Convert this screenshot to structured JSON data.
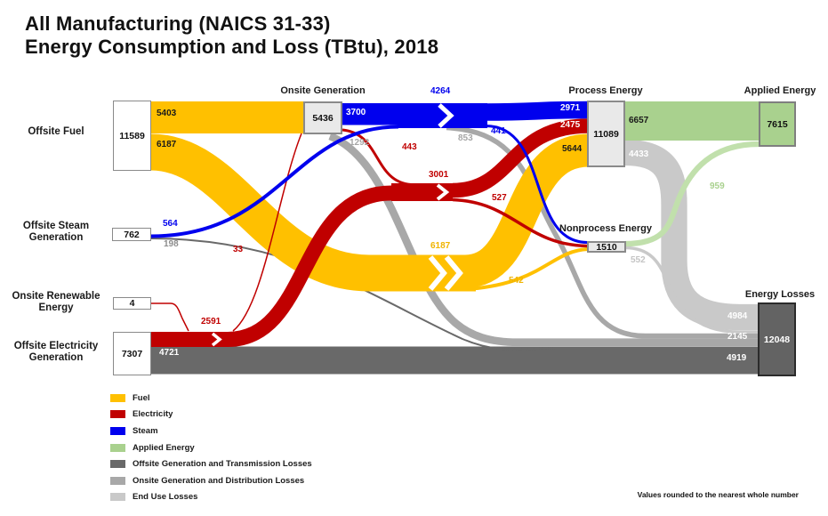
{
  "title": {
    "line1": "All Manufacturing (NAICS 31-33)",
    "line2": "Energy Consumption and Loss (TBtu), 2018"
  },
  "footnote": "Values rounded to the nearest whole number",
  "chart_data": {
    "type": "sankey",
    "units": "TBtu",
    "year": 2018,
    "nodes": [
      {
        "id": "offsite-fuel",
        "label": "Offsite Fuel",
        "value": 11589
      },
      {
        "id": "offsite-steam",
        "label": "Offsite Steam Generation",
        "value": 762
      },
      {
        "id": "onsite-renewable",
        "label": "Onsite Renewable Energy",
        "value": 4
      },
      {
        "id": "offsite-electricity",
        "label": "Offsite Electricity Generation",
        "value": 7307
      },
      {
        "id": "onsite-generation",
        "label": "Onsite Generation",
        "value": 5436
      },
      {
        "id": "process-energy",
        "label": "Process Energy",
        "value": 11089
      },
      {
        "id": "nonprocess-energy",
        "label": "Nonprocess Energy",
        "value": 1510
      },
      {
        "id": "applied-energy",
        "label": "Applied Energy",
        "value": 7615
      },
      {
        "id": "energy-losses",
        "label": "Energy Losses",
        "value": 12048
      }
    ],
    "links": [
      {
        "from": "Offsite Fuel",
        "to": "Onsite Generation",
        "value": 5403,
        "type": "fuel"
      },
      {
        "from": "Offsite Fuel",
        "to": "End Use",
        "value": 6187,
        "type": "fuel"
      },
      {
        "from": "Offsite Steam Generation",
        "to": "Steam",
        "value": 564,
        "type": "steam"
      },
      {
        "from": "Offsite Steam Generation",
        "to": "Energy Losses",
        "value": 198,
        "type": "offsite-losses"
      },
      {
        "from": "Onsite Renewable Energy",
        "to": "Electricity",
        "value": 4,
        "type": "electricity"
      },
      {
        "from": "Offsite Electricity Generation",
        "to": "Electricity",
        "value": 2591,
        "type": "electricity"
      },
      {
        "from": "Offsite Electricity Generation",
        "to": "Energy Losses",
        "value": 4721,
        "type": "offsite-losses"
      },
      {
        "from": "Electricity",
        "to": "Onsite Generation",
        "value": 33,
        "type": "electricity"
      },
      {
        "from": "Onsite Generation",
        "to": "Steam",
        "value": 3700,
        "type": "steam"
      },
      {
        "from": "Onsite Generation",
        "to": "Energy Losses",
        "value": 1292,
        "type": "onsite-losses"
      },
      {
        "from": "Onsite Generation",
        "to": "Electricity",
        "value": 443,
        "type": "electricity"
      },
      {
        "from": "Steam",
        "to": "Steam split",
        "value": 4264,
        "type": "steam",
        "segment_total": true
      },
      {
        "from": "Steam",
        "to": "Process Energy",
        "value": 2971,
        "type": "steam"
      },
      {
        "from": "Steam",
        "to": "Nonprocess Energy",
        "value": 441,
        "type": "steam"
      },
      {
        "from": "Steam",
        "to": "Energy Losses",
        "value": 853,
        "type": "onsite-losses"
      },
      {
        "from": "Electricity",
        "to": "Electricity split",
        "value": 3001,
        "type": "electricity",
        "segment_total": true
      },
      {
        "from": "Electricity",
        "to": "Process Energy",
        "value": 2475,
        "type": "electricity"
      },
      {
        "from": "Electricity",
        "to": "Nonprocess Energy",
        "value": 527,
        "type": "electricity"
      },
      {
        "from": "Fuel",
        "to": "Process Energy",
        "value": 5644,
        "type": "fuel"
      },
      {
        "from": "Fuel",
        "to": "Nonprocess Energy",
        "value": 542,
        "type": "fuel"
      },
      {
        "from": "Process Energy",
        "to": "Applied Energy",
        "value": 6657,
        "type": "applied"
      },
      {
        "from": "Process Energy",
        "to": "Energy Losses",
        "value": 4433,
        "type": "end-use-losses"
      },
      {
        "from": "Nonprocess Energy",
        "to": "Applied Energy",
        "value": 959,
        "type": "applied"
      },
      {
        "from": "Nonprocess Energy",
        "to": "Energy Losses",
        "value": 552,
        "type": "end-use-losses"
      },
      {
        "from": "End Use",
        "to": "Energy Losses",
        "value": 4984,
        "type": "end-use-losses",
        "segment_total": true
      },
      {
        "from": "Onsite Generation and Distribution",
        "to": "Energy Losses",
        "value": 2145,
        "type": "onsite-losses",
        "segment_total": true
      },
      {
        "from": "Offsite Generation and Transmission",
        "to": "Energy Losses",
        "value": 4919,
        "type": "offsite-losses",
        "segment_total": true
      }
    ],
    "legend": [
      {
        "label": "Fuel",
        "color": "#FFC000"
      },
      {
        "label": "Electricity",
        "color": "#C00000"
      },
      {
        "label": "Steam",
        "color": "#0000EE"
      },
      {
        "label": "Applied Energy",
        "color": "#A9D18E"
      },
      {
        "label": "Offsite Generation and Transmission Losses",
        "color": "#696969"
      },
      {
        "label": "Onsite Generation and Distribution Losses",
        "color": "#A8A8A8"
      },
      {
        "label": "End Use Losses",
        "color": "#C9C9C9"
      }
    ]
  }
}
